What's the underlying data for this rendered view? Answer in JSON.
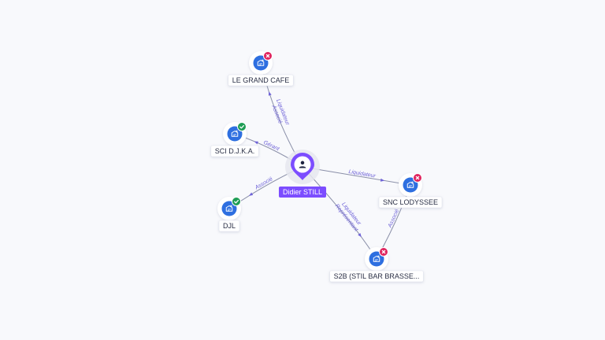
{
  "colors": {
    "center": "#7c4dff",
    "company": "#2e6fe0",
    "active": "#1f9d55",
    "closed": "#e0245e",
    "edge_label": "#6f63d8"
  },
  "center": {
    "name": "Didier STILL",
    "icon": "person-icon"
  },
  "nodes": [
    {
      "id": "le-grand-cafe",
      "label": "LE GRAND CAFE",
      "status": "closed",
      "icon": "building-icon"
    },
    {
      "id": "sci-djka",
      "label": "SCI D.J.K.A.",
      "status": "active",
      "icon": "building-icon"
    },
    {
      "id": "djl",
      "label": "DJL",
      "status": "active",
      "icon": "building-icon"
    },
    {
      "id": "snc-lodyssee",
      "label": "SNC LODYSSEE",
      "status": "closed",
      "icon": "building-icon"
    },
    {
      "id": "s2b",
      "label": "S2B (STIL BAR BRASSE...",
      "status": "closed",
      "icon": "building-icon"
    }
  ],
  "edges": [
    {
      "from": "center",
      "to": "le-grand-cafe",
      "labels": [
        "Liquidateur",
        "Associé"
      ]
    },
    {
      "from": "center",
      "to": "sci-djka",
      "labels": [
        "Gérant"
      ]
    },
    {
      "from": "center",
      "to": "djl",
      "labels": [
        "Associé"
      ]
    },
    {
      "from": "center",
      "to": "snc-lodyssee",
      "labels": [
        "Liquidateur"
      ]
    },
    {
      "from": "center",
      "to": "s2b",
      "labels": [
        "Liquidateur",
        "Représentant"
      ]
    },
    {
      "from": "s2b",
      "to": "snc-lodyssee",
      "labels": [
        "Associé"
      ]
    }
  ]
}
